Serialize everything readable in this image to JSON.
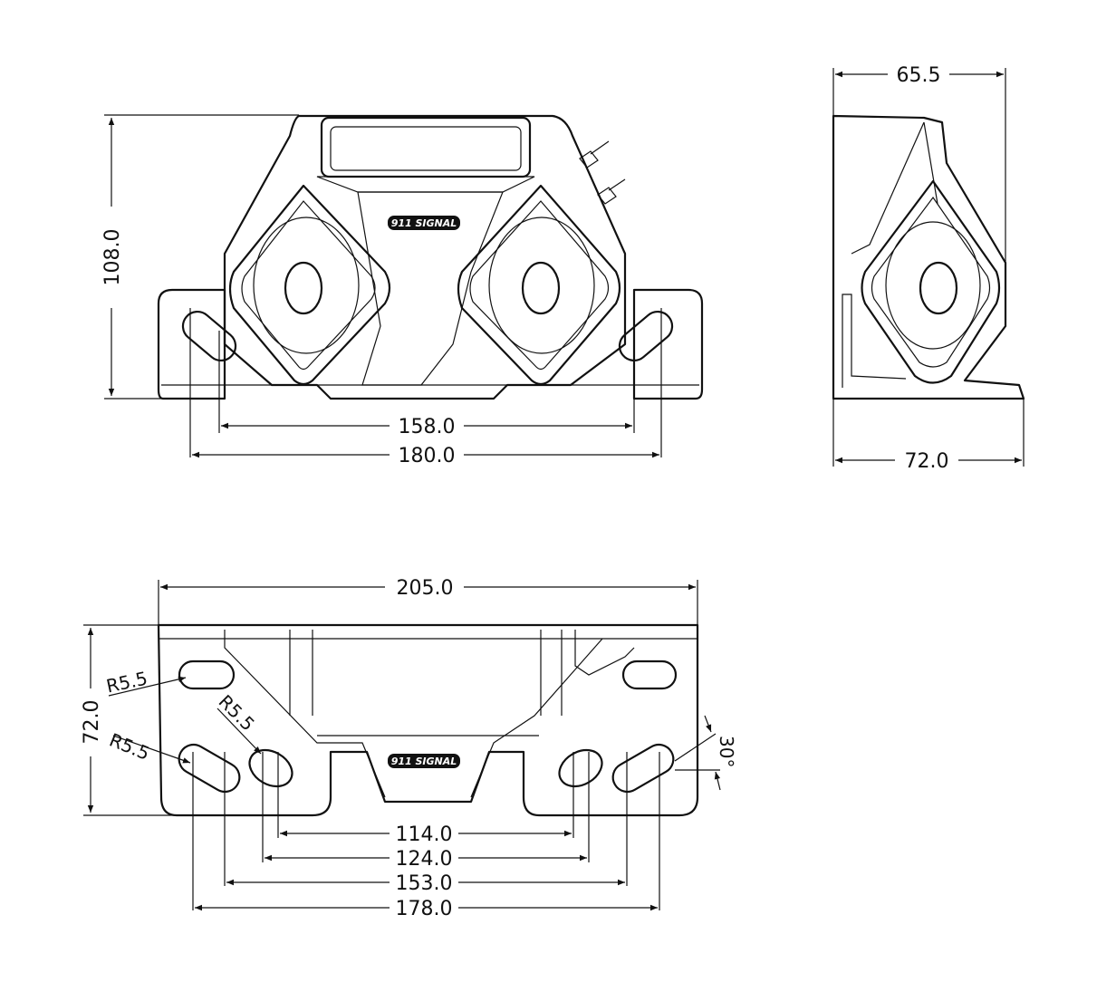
{
  "logo_text": "911 SIGNAL",
  "front_view": {
    "height": "108.0",
    "hole_spacing_inner": "158.0",
    "hole_spacing_outer": "180.0"
  },
  "side_view": {
    "top_depth": "65.5",
    "base_depth": "72.0"
  },
  "bottom_view": {
    "width": "205.0",
    "depth": "72.0",
    "radius_1": "R5.5",
    "radius_2": "R5.5",
    "radius_3": "R5.5",
    "angle": "30°",
    "spacing_1": "114.0",
    "spacing_2": "124.0",
    "spacing_3": "153.0",
    "spacing_4": "178.0"
  }
}
